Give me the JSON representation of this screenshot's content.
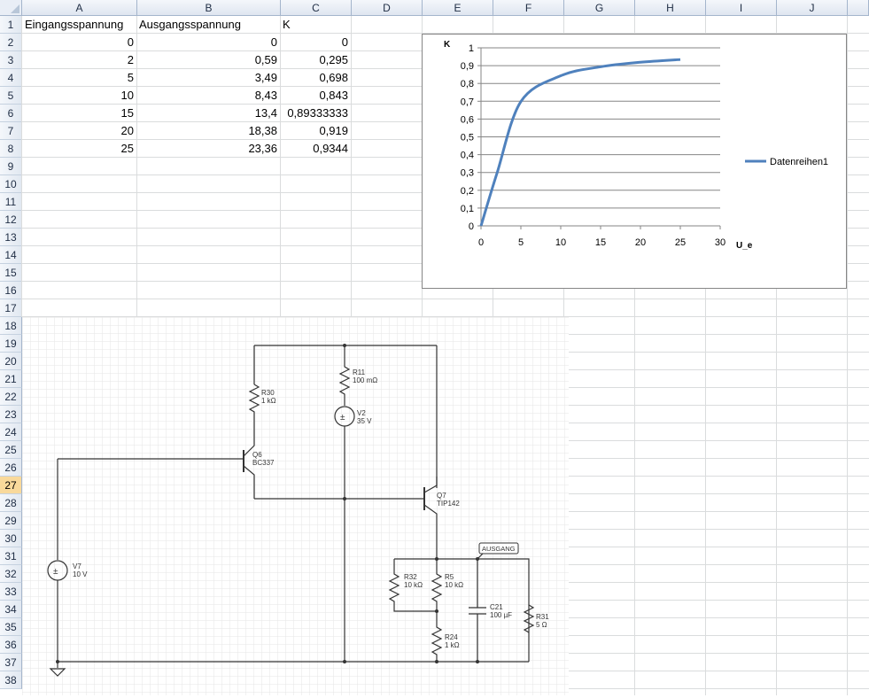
{
  "columns": [
    "A",
    "B",
    "C",
    "D",
    "E",
    "F",
    "G",
    "H",
    "I",
    "J"
  ],
  "rows": [
    "1",
    "2",
    "3",
    "4",
    "5",
    "6",
    "7",
    "8",
    "9",
    "10",
    "11",
    "12",
    "13",
    "14",
    "15",
    "16",
    "17",
    "18",
    "19",
    "20",
    "21",
    "22",
    "23",
    "24",
    "25",
    "26",
    "27",
    "28",
    "29",
    "30",
    "31",
    "32",
    "33",
    "34",
    "35",
    "36",
    "37",
    "38"
  ],
  "selected_row": "27",
  "sheet": {
    "headers": {
      "a": "Eingangsspannung",
      "b": "Ausgangsspannung",
      "c": "K"
    },
    "data": [
      {
        "a": "0",
        "b": "0",
        "c": "0"
      },
      {
        "a": "2",
        "b": "0,59",
        "c": "0,295"
      },
      {
        "a": "5",
        "b": "3,49",
        "c": "0,698"
      },
      {
        "a": "10",
        "b": "8,43",
        "c": "0,843"
      },
      {
        "a": "15",
        "b": "13,4",
        "c": "0,89333333"
      },
      {
        "a": "20",
        "b": "18,38",
        "c": "0,919"
      },
      {
        "a": "25",
        "b": "23,36",
        "c": "0,9344"
      }
    ]
  },
  "chart_data": {
    "type": "line",
    "title": "",
    "xlabel": "U_e",
    "ylabel": "K",
    "xlim": [
      0,
      30
    ],
    "ylim": [
      0,
      1
    ],
    "x_ticks": [
      "0",
      "5",
      "10",
      "15",
      "20",
      "25",
      "30"
    ],
    "y_ticks": [
      "0",
      "0,1",
      "0,2",
      "0,3",
      "0,4",
      "0,5",
      "0,6",
      "0,7",
      "0,8",
      "0,9",
      "1"
    ],
    "grid": true,
    "legend": "right",
    "series": [
      {
        "name": "Datenreihen1",
        "color": "#4f81bd",
        "x": [
          0,
          2,
          5,
          10,
          15,
          20,
          25
        ],
        "y": [
          0,
          0.295,
          0.698,
          0.843,
          0.89333333,
          0.919,
          0.9344
        ]
      }
    ]
  },
  "circuit": {
    "r11": {
      "name": "R11",
      "value": "100 mΩ"
    },
    "v2": {
      "name": "V2",
      "value": "35 V"
    },
    "r30": {
      "name": "R30",
      "value": "1 kΩ"
    },
    "q6": {
      "name": "Q6",
      "value": "BC337"
    },
    "q7": {
      "name": "Q7",
      "value": "TIP142"
    },
    "v7": {
      "name": "V7",
      "value": "10 V"
    },
    "r32": {
      "name": "R32",
      "value": "10 kΩ"
    },
    "r5": {
      "name": "R5",
      "value": "10 kΩ"
    },
    "r24": {
      "name": "R24",
      "value": "1 kΩ"
    },
    "c21": {
      "name": "C21",
      "value": "100 µF"
    },
    "r31": {
      "name": "R31",
      "value": "5 Ω"
    },
    "output_label": "AUSGANG"
  }
}
